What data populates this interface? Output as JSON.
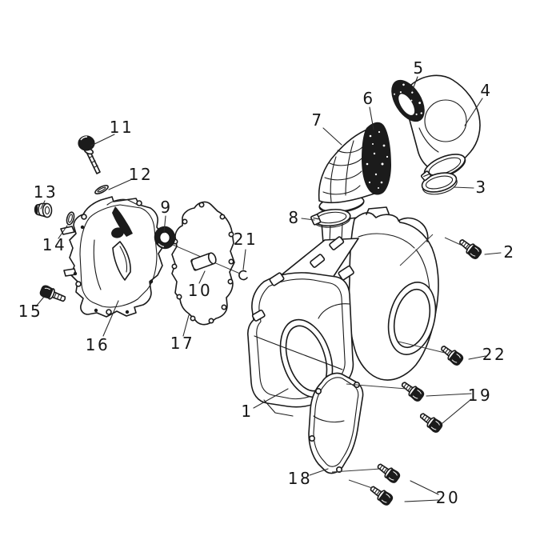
{
  "diagram": {
    "type": "exploded-parts-diagram",
    "colors": {
      "line": "#1a1a1a",
      "background": "#ffffff",
      "foam": "#141414"
    },
    "callouts": [
      {
        "label": "1",
        "part": "cvt-outer-cover"
      },
      {
        "label": "2",
        "part": "flange-bolt"
      },
      {
        "label": "3",
        "part": "hose-clamp"
      },
      {
        "label": "4",
        "part": "air-intake-elbow"
      },
      {
        "label": "5",
        "part": "foam-seal-ring"
      },
      {
        "label": "6",
        "part": "foam-seal-ring"
      },
      {
        "label": "7",
        "part": "ribbed-intake-elbow"
      },
      {
        "label": "8",
        "part": "hose-clamp"
      },
      {
        "label": "9",
        "part": "oil-seal"
      },
      {
        "label": "10",
        "part": "dowel-pin"
      },
      {
        "label": "11",
        "part": "oil-dipstick"
      },
      {
        "label": "12",
        "part": "o-ring"
      },
      {
        "label": "13",
        "part": "plug-grommet"
      },
      {
        "label": "14",
        "part": "o-ring"
      },
      {
        "label": "15",
        "part": "flange-bolt"
      },
      {
        "label": "16",
        "part": "crankcase-side-cover"
      },
      {
        "label": "17",
        "part": "cover-gasket"
      },
      {
        "label": "18",
        "part": "inspection-cover"
      },
      {
        "label": "19",
        "part": "flange-bolt-pair"
      },
      {
        "label": "20",
        "part": "flange-bolt-pair"
      },
      {
        "label": "21",
        "part": "snap-ring"
      },
      {
        "label": "22",
        "part": "flange-bolt"
      }
    ]
  }
}
